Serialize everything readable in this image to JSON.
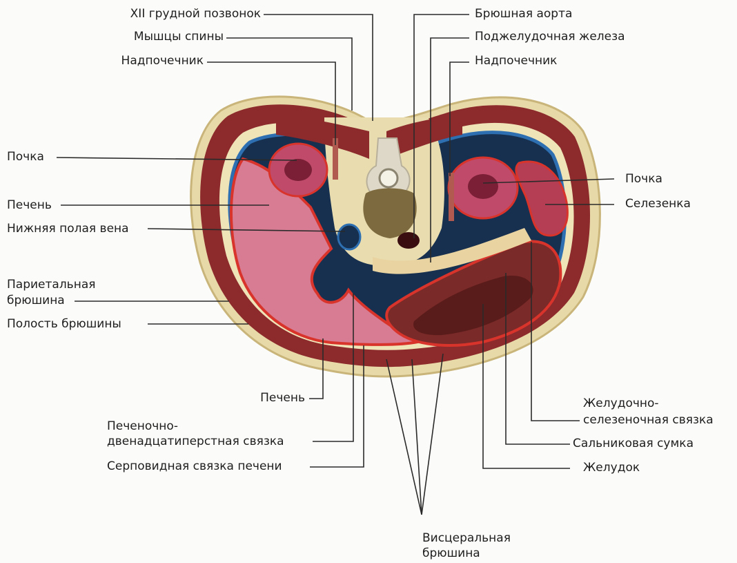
{
  "labels": {
    "vertebra": "XII грудной позвонок",
    "back_muscles": "Мышцы спины",
    "adrenal_left": "Надпочечник",
    "aorta": "Брюшная аорта",
    "pancreas": "Поджелудочная железа",
    "adrenal_right": "Надпочечник",
    "kidney_left": "Почка",
    "liver_upper": "Печень",
    "ivc": "Нижняя полая вена",
    "parietal_peritoneum_1": "Париетальная",
    "parietal_peritoneum_2": "брюшина",
    "peritoneal_cavity": "Полость брюшины",
    "kidney_right": "Почка",
    "spleen": "Селезенка",
    "liver_lower": "Печень",
    "hepatoduodenal_1": "Печеночно-",
    "hepatoduodenal_2": "двенадцатиперстная связка",
    "falciform": "Серповидная связка печени",
    "gastrosplenic_1": "Желудочно-",
    "gastrosplenic_2": "селезеночная связка",
    "omental_bursa": "Сальниковая сумка",
    "stomach": "Желудок",
    "visceral_peritoneum_1": "Висцеральная",
    "visceral_peritoneum_2": "брюшина"
  },
  "colors": {
    "muscle": "#8c2a2c",
    "fat": "#e8d9a8",
    "peritoneum_blue": "#2d6fb0",
    "peritoneum_red": "#d9342b",
    "liver": "#d77c93",
    "kidney": "#c04a6a",
    "spleen": "#b53e55",
    "stomach": "#7a2a28",
    "vertebra": "#ddd8c8",
    "leader_line": "#2a2a2a"
  }
}
